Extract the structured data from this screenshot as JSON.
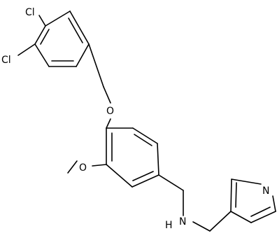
{
  "molecule": {
    "atom_labels": {
      "cl_top": "Cl",
      "cl_left": "Cl",
      "o_ether": "O",
      "o_methoxy": "O",
      "nh_h": "H",
      "nh_n": "N",
      "py_n": "N"
    },
    "colors": {
      "bond": "#000000",
      "label": "#000000",
      "background": "#ffffff"
    }
  }
}
